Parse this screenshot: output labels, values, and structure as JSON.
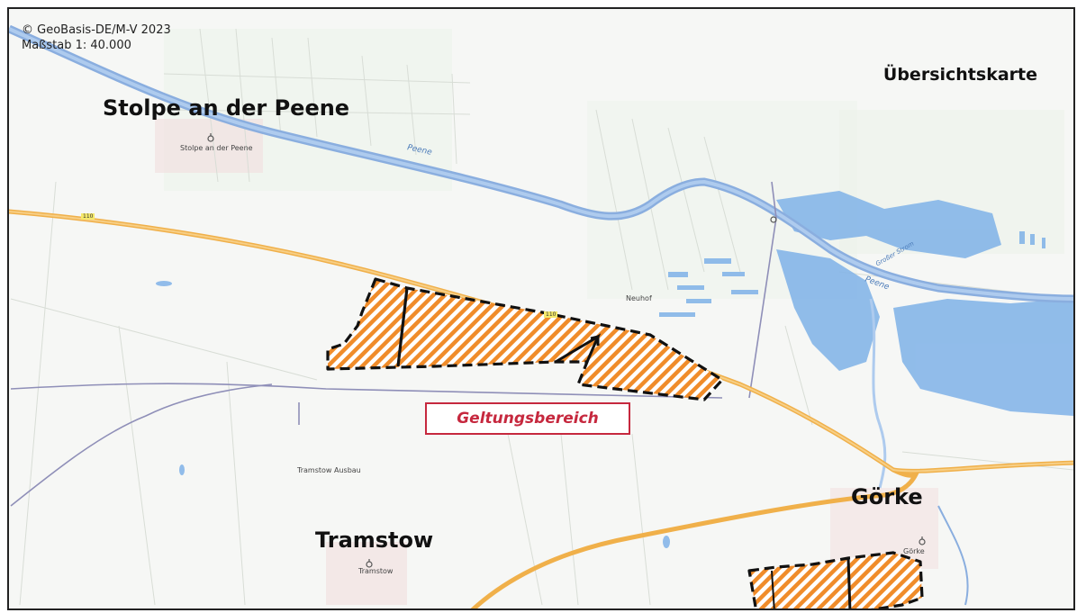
{
  "map": {
    "copyright": "© GeoBasis-DE/M-V 2023",
    "scale": "Maßstab 1: 40.000",
    "title": "Übersichtskarte",
    "legend_label": "Geltungsbereich"
  },
  "places": {
    "stolpe_big": "Stolpe an der Peene",
    "stolpe_small": "Stolpe an der Peene",
    "tramstow_big": "Tramstow",
    "tramstow_small": "Tramstow",
    "tramstow_ausbau": "Tramstow Ausbau",
    "goerke_big": "Görke",
    "goerke_small": "Görke",
    "neuhof": "Neuhof",
    "peene_river": "Peene",
    "peene_east": "Peene",
    "kleiner_strom": "Großer Strom"
  },
  "roads": {
    "b110_a": "110",
    "b110_b": "110"
  },
  "colors": {
    "water": "#7fb2e8",
    "river_line": "#8aaedf",
    "road_major": "#f0b04a",
    "road_minor": "#8f8fb8",
    "hatch_orange": "#f08c2a",
    "boundary": "#111111",
    "legend_red": "#c6283e"
  },
  "icons": [
    "village-marker-icon"
  ]
}
